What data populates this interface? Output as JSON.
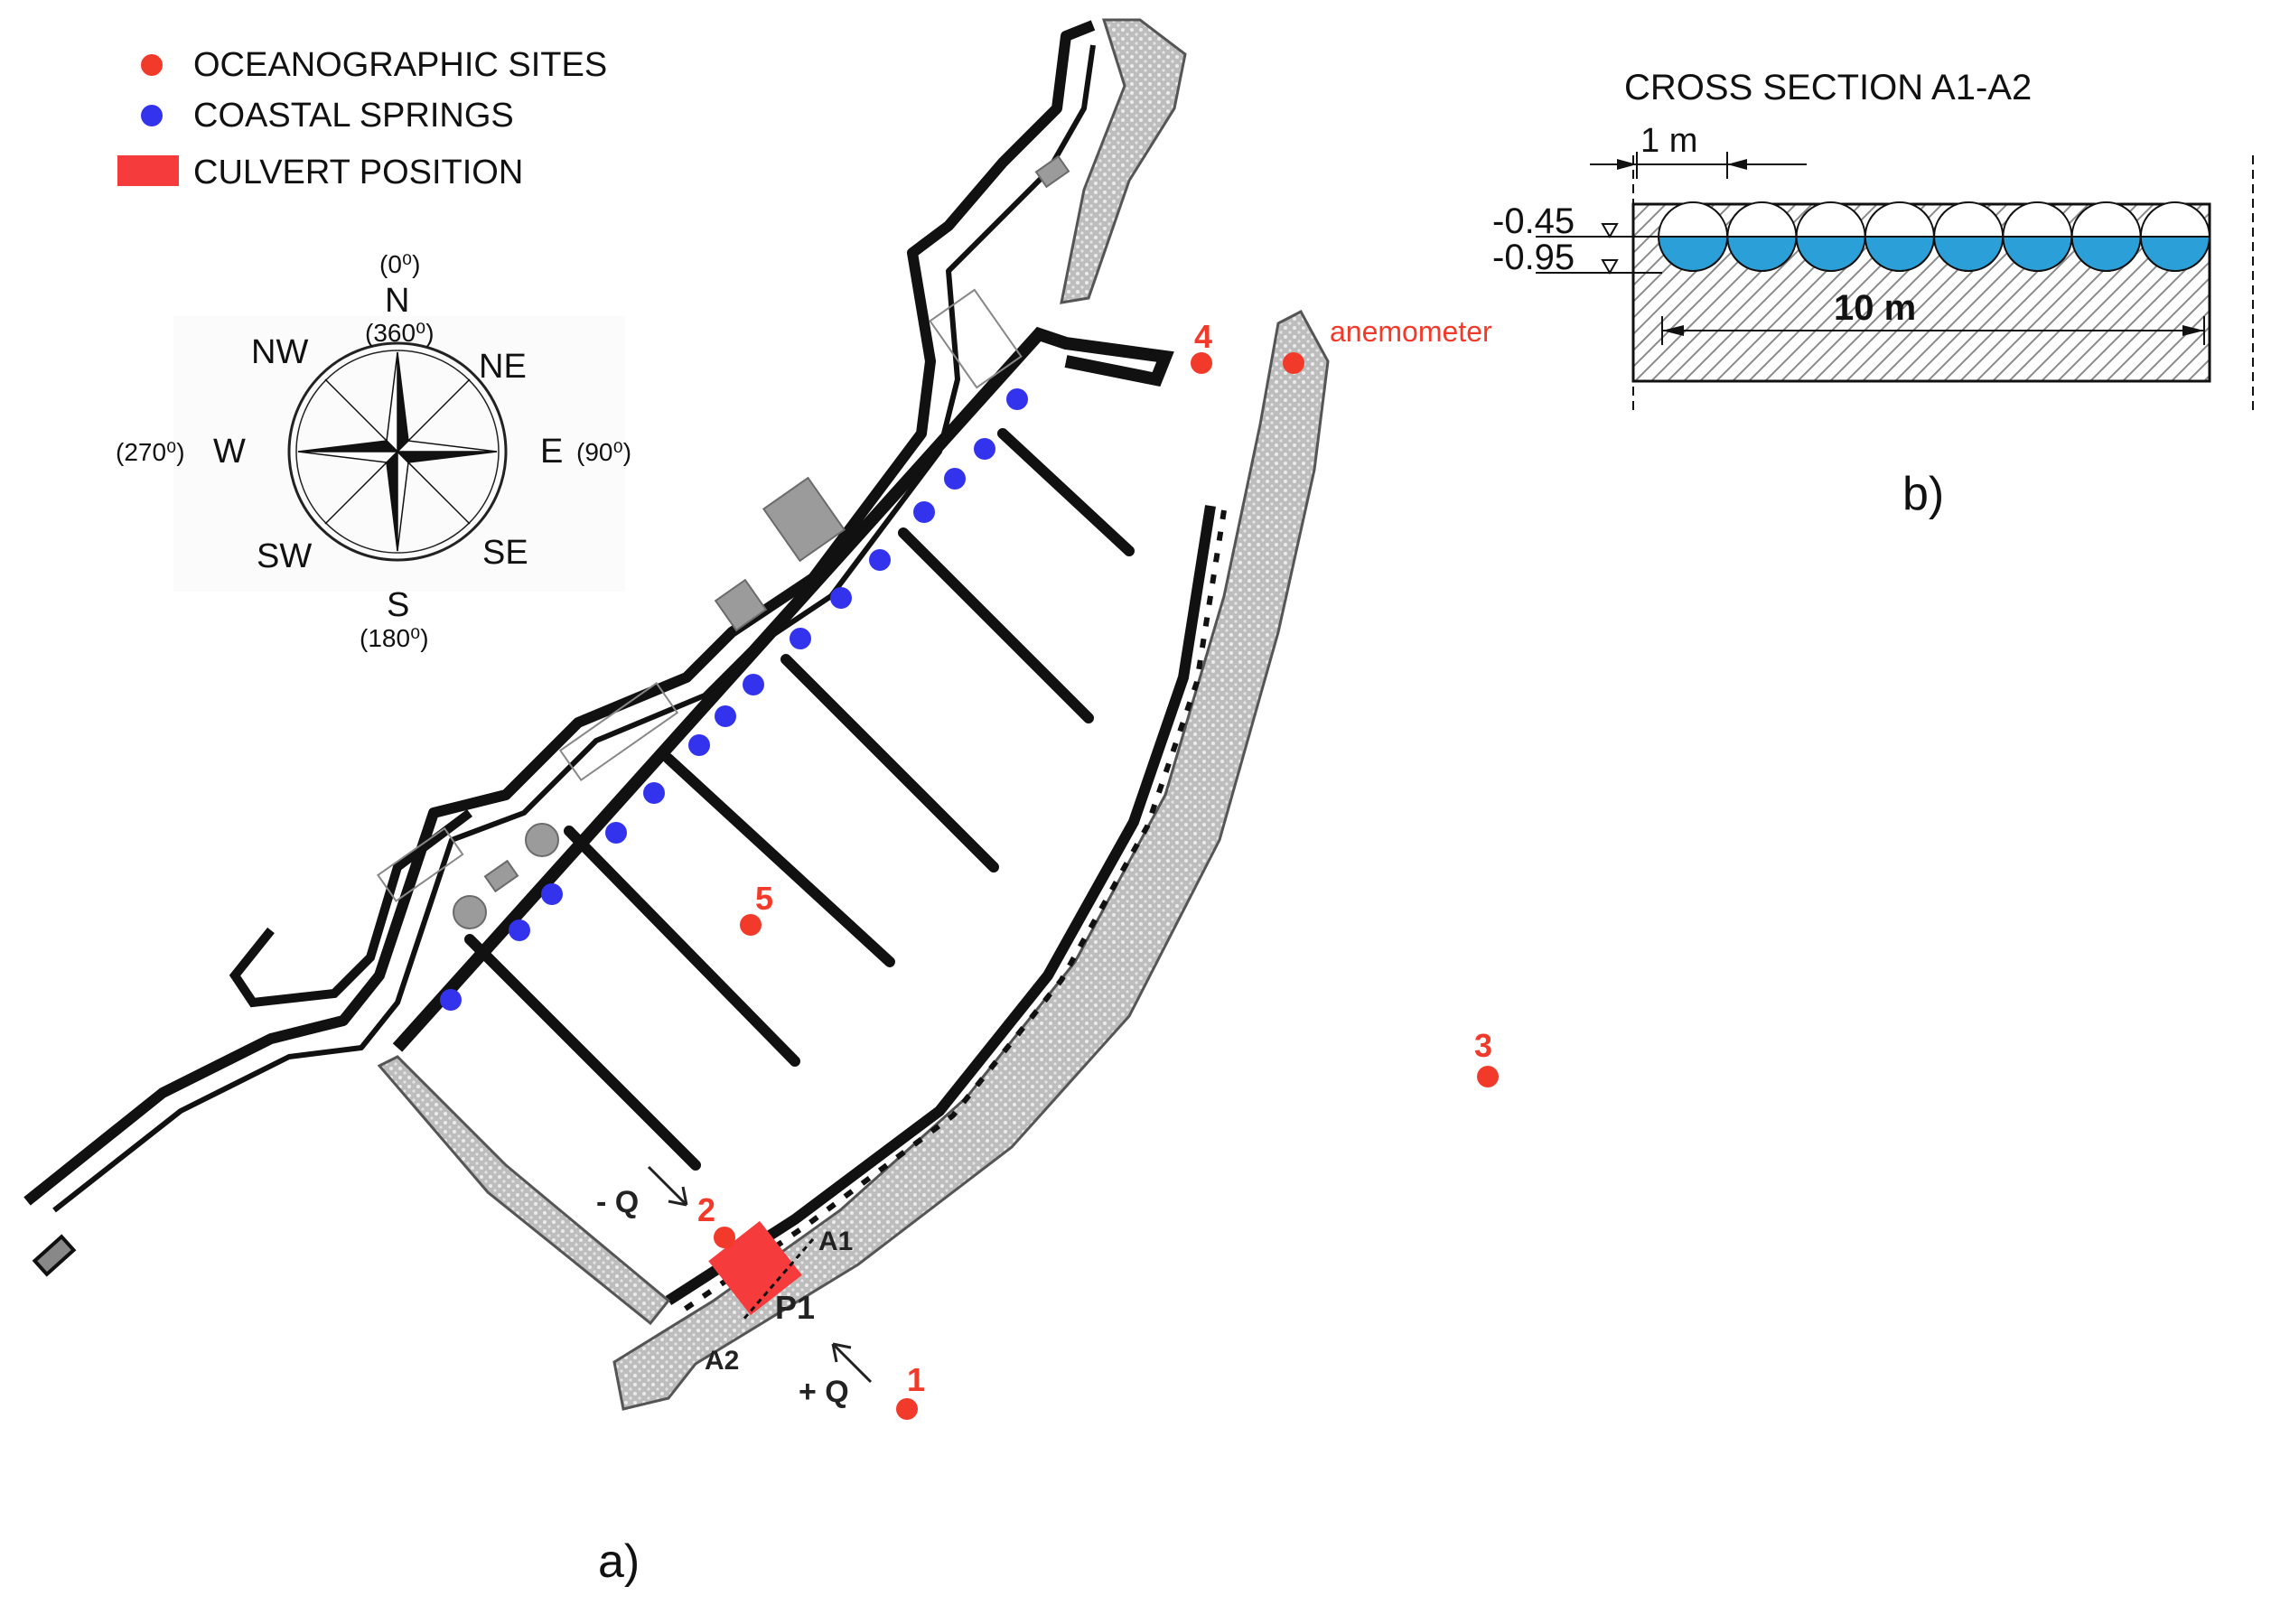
{
  "legend": {
    "oceanographic_sites": "OCEANOGRAPHIC SITES",
    "coastal_springs": "COASTAL SPRINGS",
    "culvert_position": "CULVERT POSITION",
    "colors": {
      "site": "#f23a2a",
      "spring": "#3333ee",
      "culvert": "#f53b3b"
    }
  },
  "compass": {
    "n": "N",
    "s": "S",
    "e": "E",
    "w": "W",
    "ne": "NE",
    "nw": "NW",
    "se": "SE",
    "sw": "SW",
    "n_deg_top": "(0⁰)",
    "n_deg_bottom": "(360⁰)",
    "e_deg": "(90⁰)",
    "s_deg": "(180⁰)",
    "w_deg": "(270⁰)"
  },
  "sites": {
    "s1": "1",
    "s2": "2",
    "s3": "3",
    "s4": "4",
    "s5": "5",
    "anemometer": "anemometer"
  },
  "map_labels": {
    "neg_q": "- Q",
    "pos_q": "+ Q",
    "p1": "P1",
    "a1": "A1",
    "a2": "A2",
    "panel": "a)"
  },
  "cross_section": {
    "title": "CROSS SECTION A1-A2",
    "spacing": "1 m",
    "level_top": "-0.45",
    "level_bottom": "-0.95",
    "width": "10 m",
    "panel": "b)",
    "pipe_count": 8,
    "water_color": "#2b9fd8"
  }
}
